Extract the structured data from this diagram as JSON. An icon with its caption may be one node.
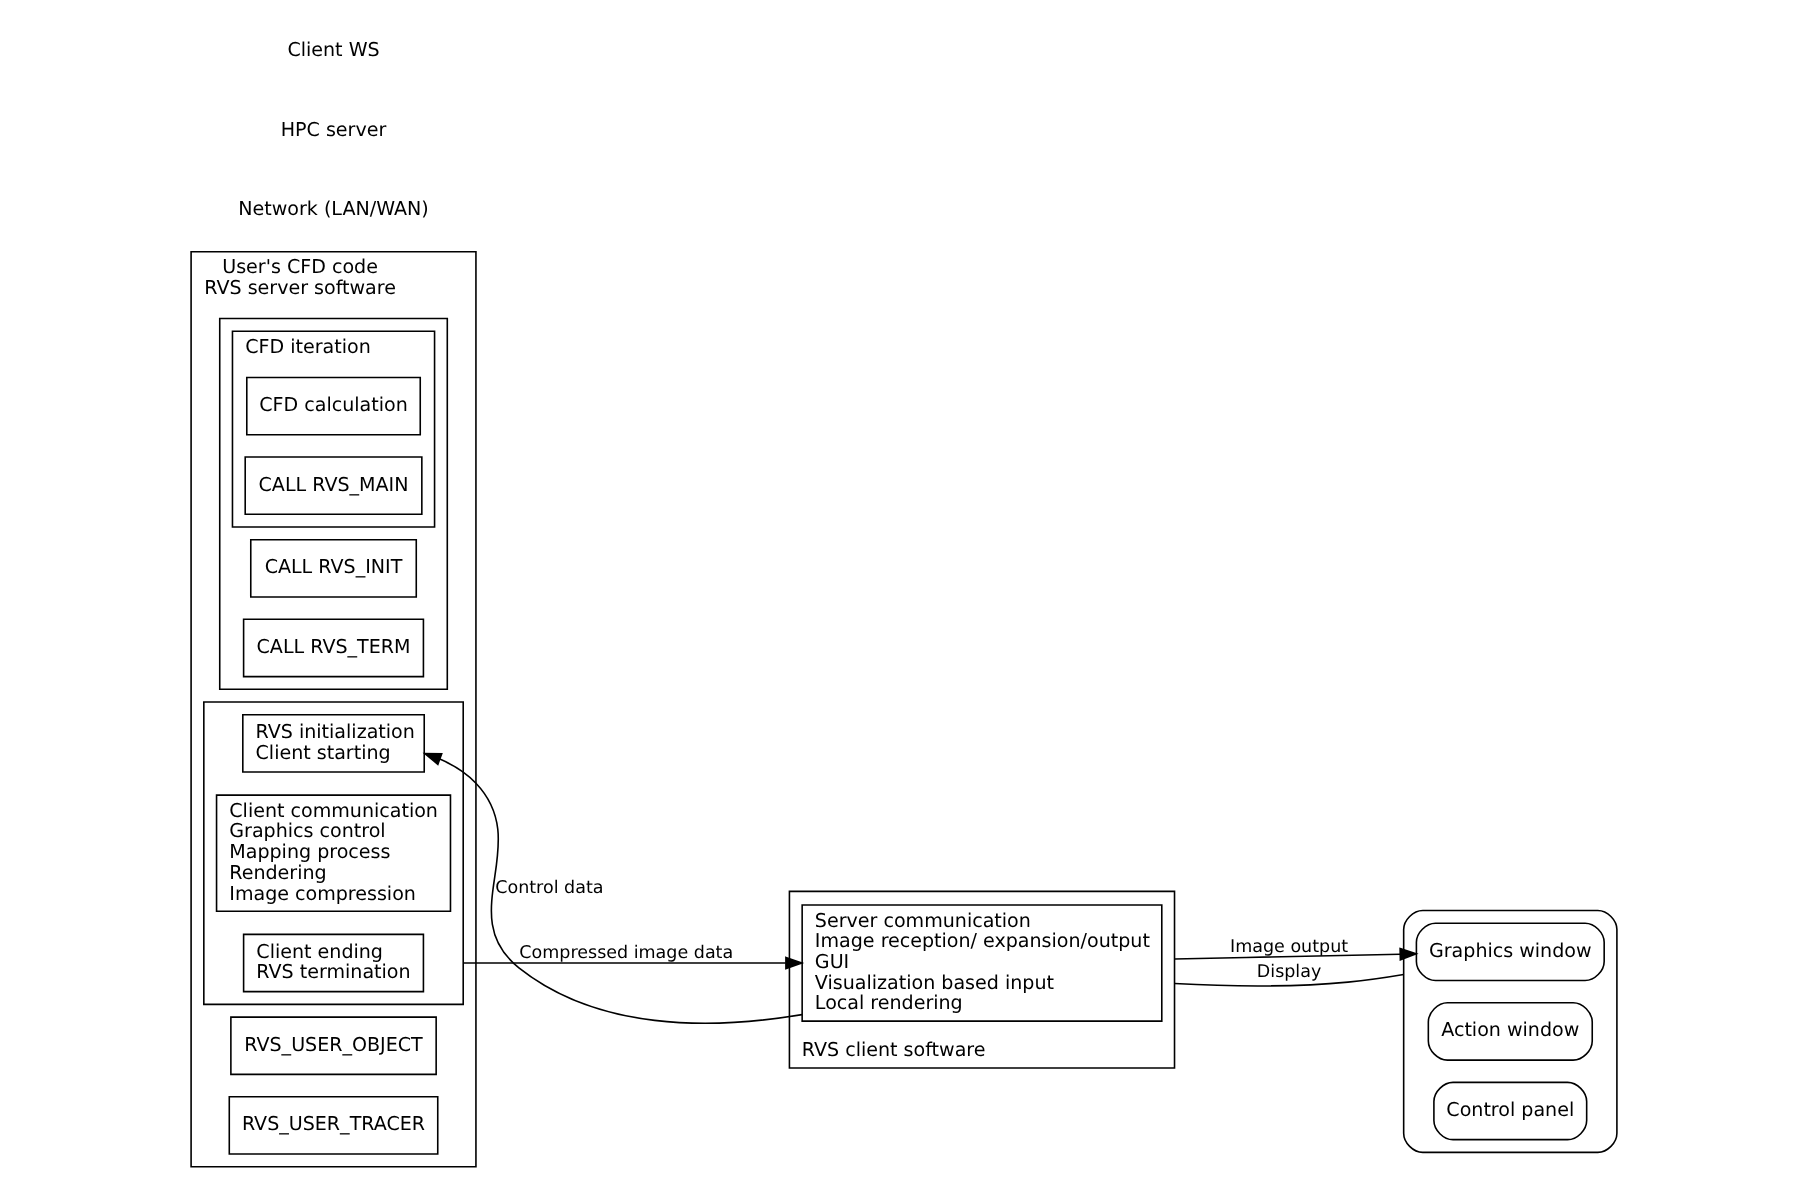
{
  "diagram": {
    "nodes": [
      {
        "text": [
          "User's CFD code",
          "RVS server software"
        ]
      },
      {
        "text": [],
        "shape": "box",
        "in": 0
      },
      {
        "text": [
          "CALL RVS_INIT"
        ],
        "in": 1
      },
      {
        "text": [
          "CFD iteration"
        ],
        "in": 1
      },
      {
        "text": [
          "CFD calculation"
        ],
        "in": 3
      },
      {
        "text": [
          "CALL RVS_MAIN"
        ],
        "in": 3
      },
      {
        "text": [
          "CALL RVS_TERM"
        ],
        "in": 1
      },
      {
        "text": [
          "RVS_USER_OBJECT"
        ],
        "in": 0
      },
      {
        "text": [
          "RVS_USER_TRACER"
        ],
        "in": 0
      },
      {
        "text": [],
        "shape": "box",
        "in": 0
      },
      {
        "text": [
          "RVS initialization",
          "Client starting"
        ],
        "in": 9
      },
      {
        "text": [
          "Client communication",
          "Graphics control",
          "Mapping process",
          "Rendering",
          "Image compression"
        ],
        "in": 9
      },
      {
        "text": [
          "Client ending",
          "RVS termination"
        ],
        "in": 9
      },
      {
        "text": [
          "RVS client software"
        ]
      },
      {
        "text": [
          "Server communication",
          "Image reception/ expansion/output",
          "GUI",
          "Visualization based input",
          "Local rendering"
        ],
        "in": 13
      },
      {
        "text": [],
        "shape": "box"
      },
      {
        "text": [
          "Graphics window"
        ],
        "in": 15
      },
      {
        "text": [
          "Action window"
        ],
        "in": 15
      },
      {
        "text": [
          "Control panel"
        ],
        "in": 15
      }
    ],
    "edges": [
      {
        "from": 14,
        "to": 10,
        "arrow": "to",
        "label": "Control data"
      },
      {
        "from": 9,
        "to": 14,
        "arrow": "to",
        "label": "Compressed image data"
      },
      {
        "from": 13,
        "to": 16,
        "arrow": "to",
        "label": "Image output"
      },
      {
        "from": 13,
        "to": 15,
        "arrow": "none",
        "label": "Display"
      }
    ],
    "labels": [
      "Network (LAN/WAN)",
      "HPC server",
      "Client WS"
    ]
  }
}
